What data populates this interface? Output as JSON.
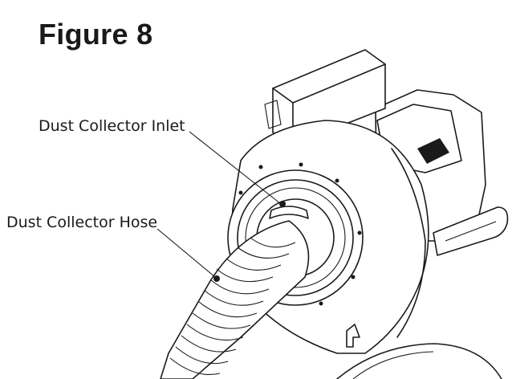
{
  "figure": {
    "title": "Figure 8"
  },
  "callouts": [
    {
      "label": "Dust Collector Inlet"
    },
    {
      "label": "Dust Collector Hose"
    }
  ],
  "colors": {
    "line": "#1a1a1a",
    "background": "#ffffff"
  }
}
